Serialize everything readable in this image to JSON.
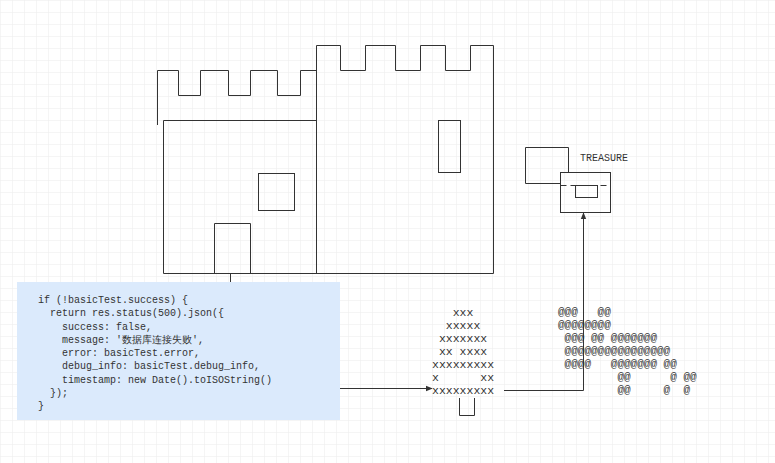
{
  "diagram": {
    "nodes": [
      {
        "text": [
          "if (!basicTest.success) {",
          "  return res.status(500).json({",
          "    success: false,",
          "    message: '数据库连接失败',",
          "    error: basicTest.error,",
          "    debug_info: basicTest.debug_info,",
          "    timestamp: new Date().toISOString()",
          "  });",
          "}"
        ]
      },
      {
        "text": [
          "   xxx",
          "  xxxxx",
          " xxxxxxx",
          " xx xxxx",
          "xxxxxxxxx",
          "x      xx",
          "xxxxxxxxx"
        ]
      },
      {
        "text": [
          "TREASURE"
        ]
      }
    ],
    "edges": [
      {
        "from": 0,
        "to": 1,
        "arrow": "to"
      },
      {
        "from": 1,
        "to": 2,
        "arrow": "to"
      }
    ],
    "labels": [
      "@@@   @@",
      "@@@@@@@@",
      " @@@ @@ @@@@@@@",
      " @@@@@@@@@@@@@@@@",
      " @@@@   @@@@@@@ @@",
      "         @@      @ @@",
      "         @@     @  @"
    ]
  }
}
